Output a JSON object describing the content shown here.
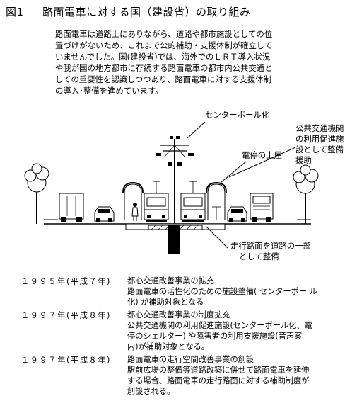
{
  "figure": {
    "label": "図1",
    "title": "路面電車に対する国（建設省）の取り組み"
  },
  "intro_lines": [
    "路面電車は道路上にありながら、道路や都市施設としての位",
    "置づけがないため、これまで公的補助・支援体制が確立して",
    "いませんでした。国(建設省)では、海外でのＬＲＴ導入状況",
    "や我が国の地方都市に存続する路面電車の都市内公共交通と",
    "しての重要性を認識しつつあり、路面電車に対する支援体制",
    "の導入･整備を進めています。"
  ],
  "illustration": {
    "center_pole": "センターポール化",
    "transit_lines": [
      "公共交通機関",
      "の利用促進施",
      "設として整備",
      "援助"
    ],
    "shelter_roof": "電停の上屋",
    "track_lines": [
      "走行路面を道路の一部",
      "として整備"
    ]
  },
  "timeline": [
    {
      "year": "１９９５年(平成７年)",
      "lines": [
        "都心交通改善事業の拡充",
        "路面電車の活性化のための施設整備( センターポー ル",
        "化) が補助対象となる"
      ]
    },
    {
      "year": "１９９７年(平成８年)",
      "lines": [
        " 都心交通改善事業の制度拡充",
        "公共交通機関の利用促進施設(センターポール化、電",
        "停のシェルター) や障害者の利用支援施設(音声案",
        "内)が補助対象となる。"
      ]
    },
    {
      "year": "１９９７年(平成８年)",
      "lines": [
        "路面電車の走行空間改善事業の創設",
        "駅前広場の整備等道路改築に併せて路面電車を延伸",
        "する場合、路面電車の走行路面に対する補助制度が",
        "創設される。"
      ]
    }
  ]
}
